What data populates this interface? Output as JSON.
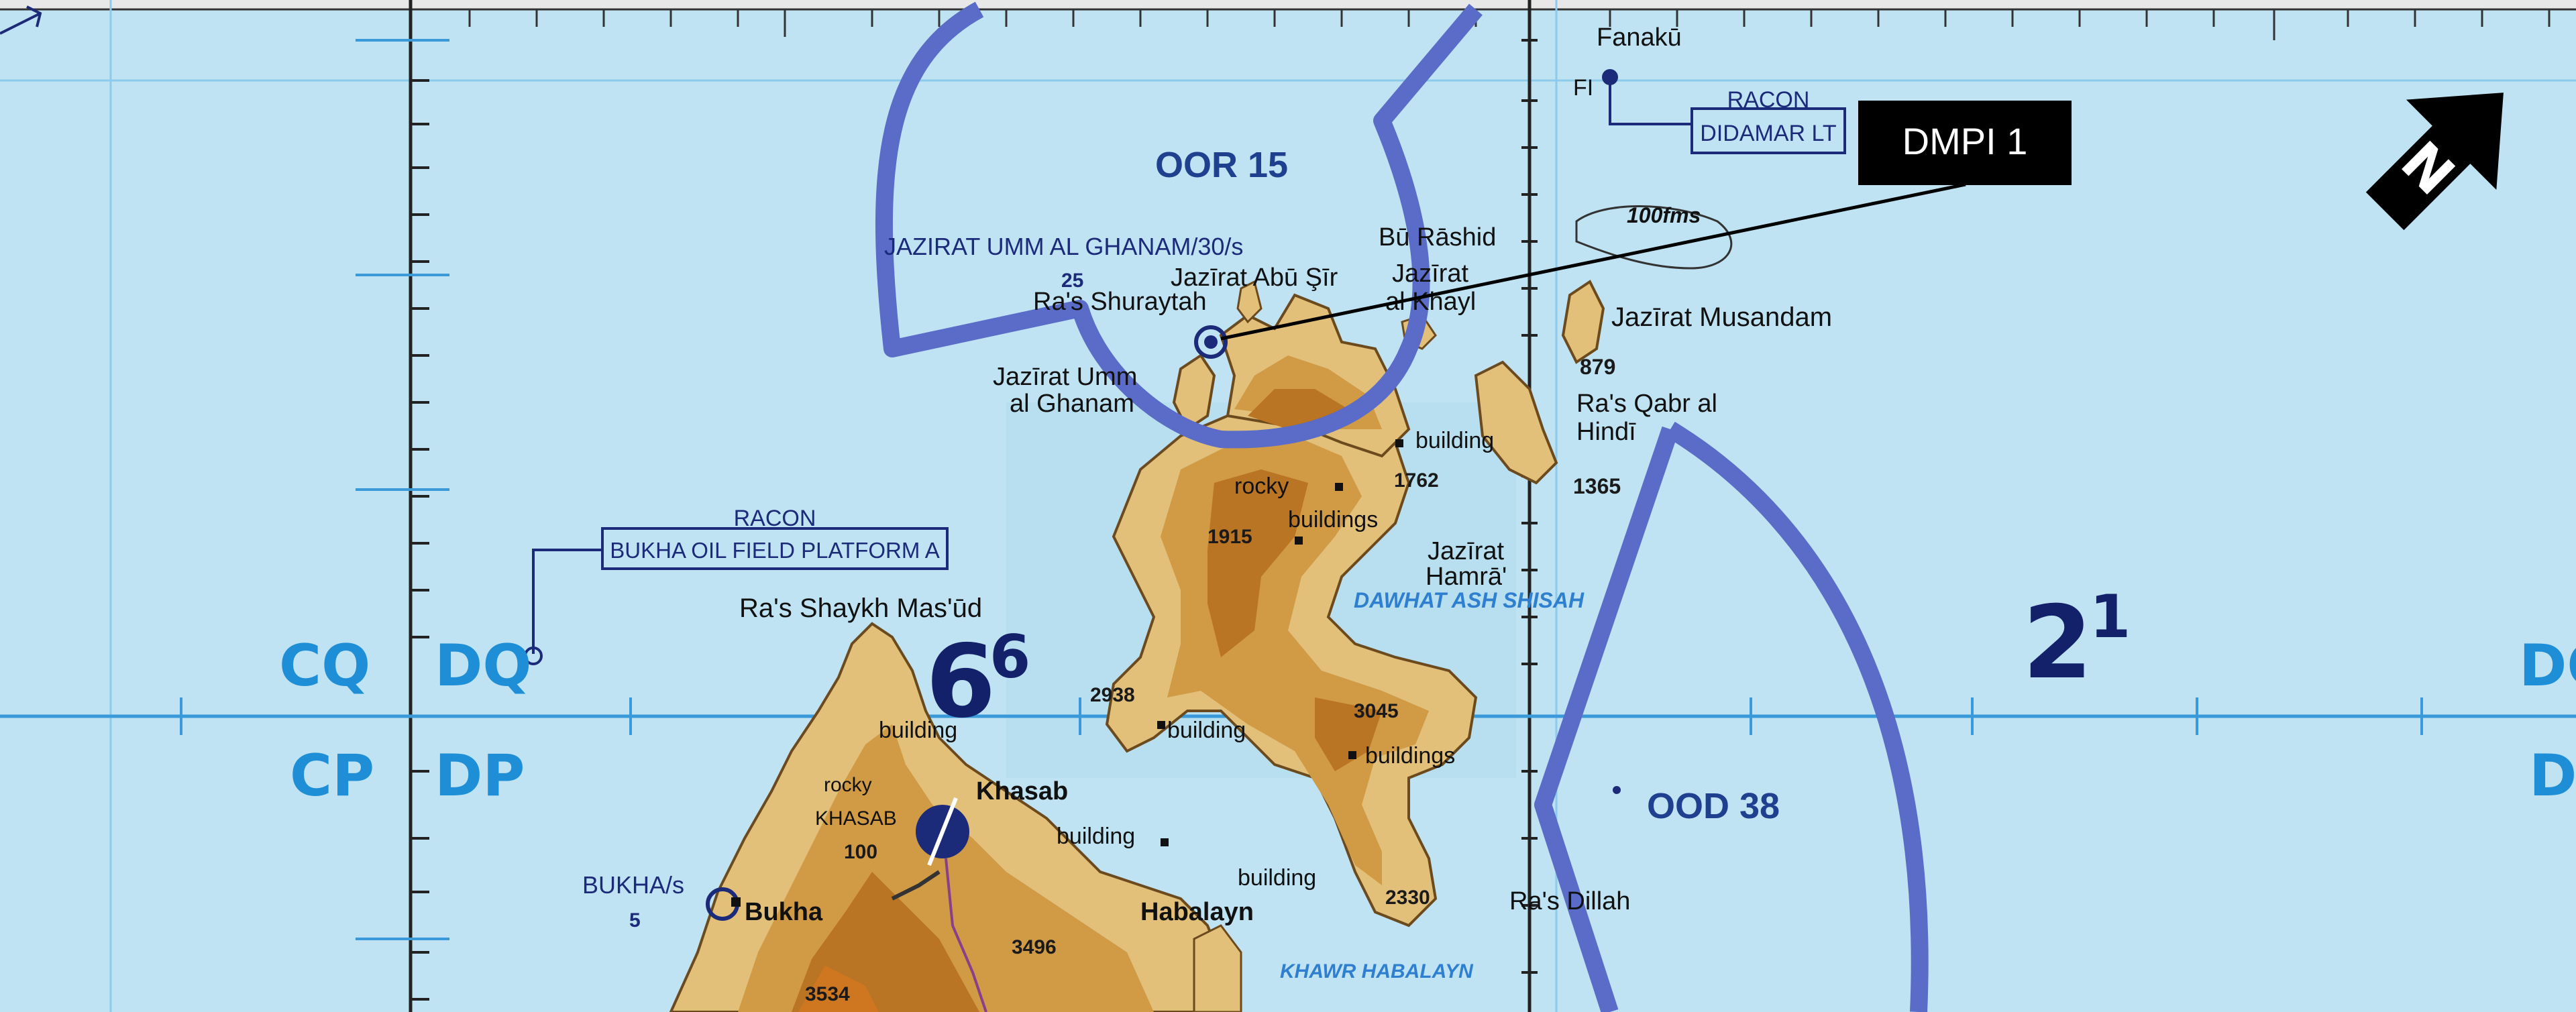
{
  "map": {
    "grid_zone_labels": {
      "cq": "CQ",
      "dq": "DQ",
      "cp": "CP",
      "dp": "DP",
      "right_upper": "DQ",
      "right_lower": "DP"
    },
    "grid_numbers": {
      "left_main": "6",
      "left_sup": "6",
      "right_main": "2",
      "right_sup": "1"
    },
    "airspace_areas": {
      "north": "OOR 15",
      "east": "OOD 38"
    },
    "place_names": {
      "fanaku": "Fanakū",
      "fi": "FI",
      "bu_rashid": "Bū Rāshid",
      "abu_sir": "Jazīrat Abū Şīr",
      "al_khayl_1": "Jazīrat",
      "al_khayl_2": "al Khayl",
      "ras_shuraytah": "Ra's Shuraytah",
      "umm_ghanam_1": "Jazīrat Umm",
      "umm_ghanam_2": "al Ghanam",
      "musandam": "Jazīrat Musandam",
      "qabr_1": "Ra's Qabr al",
      "qabr_2": "Hindī",
      "hamra_1": "Jazīrat",
      "hamra_2": "Hamrā'",
      "shaykh_masud": "Ra's Shaykh Mas'ūd",
      "khasab": "Khasab",
      "khasab_caps": "KHASAB",
      "bukha_small": "BUKHA/s",
      "bukha_small_num": "5",
      "bukha": "Bukha",
      "habalayn": "Habalayn",
      "ras_dillah": "Ra's Dillah",
      "umm_ghanam_caps": "JAZIRAT UMM AL GHANAM/30/s",
      "umm_ghanam_num": "25"
    },
    "features": {
      "building": "building",
      "buildings": "buildings",
      "rocky": "rocky",
      "depth_contour": "100fms"
    },
    "water_names": {
      "dawhat": "DAWHAT ASH SHISAH",
      "khawr": "KHAWR HABALAYN"
    },
    "elevations": {
      "e879": "879",
      "e1365": "1365",
      "e1762": "1762",
      "e1915": "1915",
      "e2938": "2938",
      "e3045": "3045",
      "e2330": "2330",
      "e100": "100",
      "e3496": "3496",
      "e3534": "3534"
    },
    "racon_boxes": {
      "didamar_tag": "RACON",
      "didamar_name": "DIDAMAR LT",
      "bukha_tag": "RACON",
      "bukha_name": "BUKHA OIL FIELD PLATFORM A"
    },
    "callout": {
      "label": "DMPI 1"
    },
    "north_arrow": {
      "letter": "N"
    }
  },
  "colors": {
    "water": "#bfe3f3",
    "land_light": "#e2c07a",
    "land_mid": "#d19a45",
    "land_dark": "#b97424",
    "airspace": "#5a6cc7",
    "grid_line": "#3a9ad9",
    "callout_bg": "#000000",
    "callout_fg": "#ffffff"
  }
}
